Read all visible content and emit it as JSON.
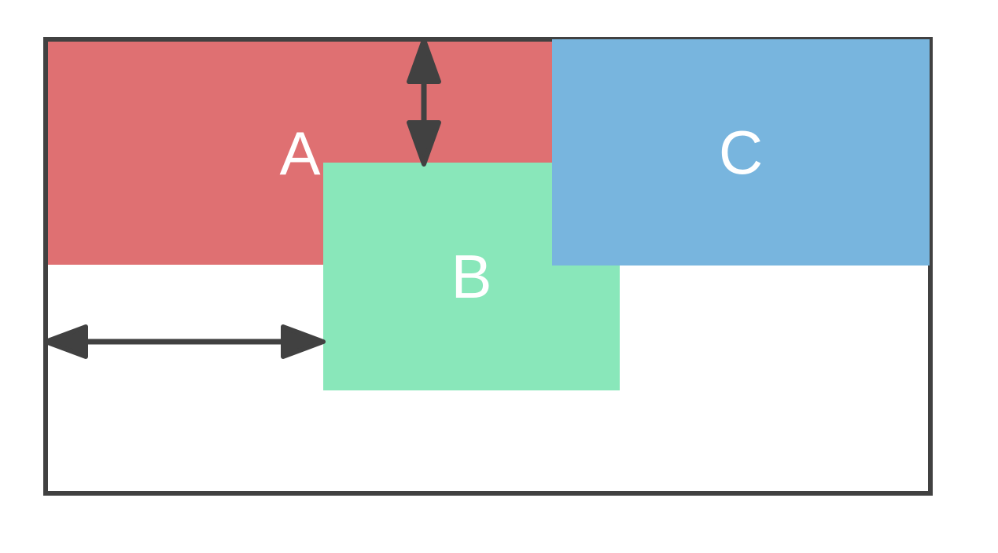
{
  "colors": {
    "canvas_bg": "#FFFFFF",
    "region_a_fill": "#DF7072",
    "region_b_fill": "#89E7BA",
    "region_c_fill": "#78B5DE",
    "line": "#414141",
    "label_text": "#FFFFFF"
  },
  "diagram": {
    "regions": [
      {
        "label": "A"
      },
      {
        "label": "B"
      },
      {
        "label": "C"
      }
    ],
    "icons": {
      "vertical_gap_arrow": "double-headed-vertical-arrow",
      "horizontal_gap_arrow": "double-headed-horizontal-arrow"
    }
  }
}
